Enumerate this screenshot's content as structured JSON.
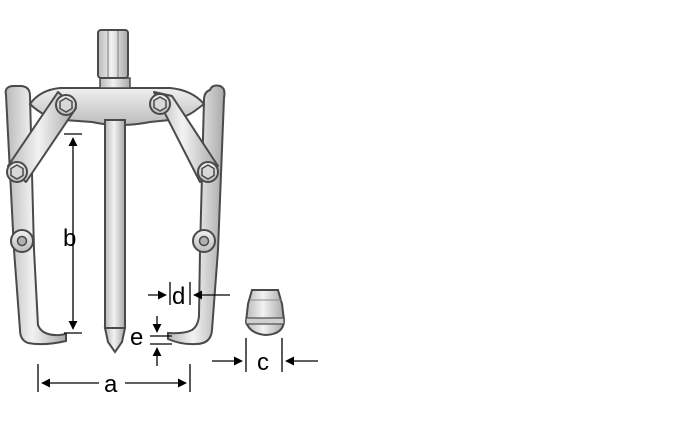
{
  "diagram": {
    "labels": {
      "a": "a",
      "b": "b",
      "c": "c",
      "d": "d",
      "e": "e"
    },
    "colors": {
      "metal_light": "#e6e6e6",
      "metal_mid": "#c8c8c8",
      "metal_dark": "#9a9a9a",
      "outline": "#4a4a4a",
      "dimension_line": "#000000",
      "background": "#ffffff"
    }
  }
}
